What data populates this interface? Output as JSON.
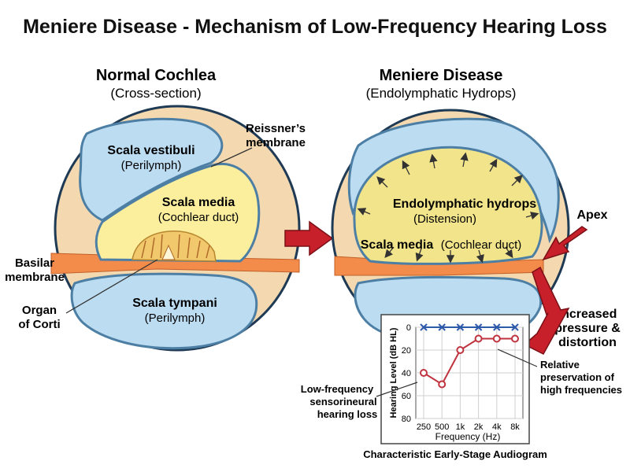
{
  "title": "Meniere Disease - Mechanism of Low-Frequency Hearing Loss",
  "left_panel": {
    "heading": "Normal Cochlea",
    "subheading": "(Cross-section)",
    "scala_vestibuli": "Scala vestibuli",
    "scala_vestibuli_sub": "(Perilymph)",
    "scala_media": "Scala media",
    "scala_media_sub": "(Cochlear duct)",
    "scala_tympani": "Scala tympani",
    "scala_tympani_sub": "(Perilymph)",
    "reissner_1": "Reissner’s",
    "reissner_2": "membrane",
    "basilar_1": "Basilar",
    "basilar_2": "membrane",
    "organ_1": "Organ",
    "organ_2": "of Corti"
  },
  "right_panel": {
    "heading": "Meniere Disease",
    "subheading": "(Endolymphatic Hydrops)",
    "hydrops": "Endolymphatic hydrops",
    "hydrops_sub": "(Distension)",
    "scala_media_bold": "Scala media",
    "scala_media_sub": "(Cochlear duct)",
    "apex": "Apex",
    "pressure_1": "Increased",
    "pressure_2": "pressure &",
    "pressure_3": "distortion"
  },
  "audiogram": {
    "caption": "Characteristic Early-Stage Audiogram",
    "ylabel": "Hearing Level (dB HL)",
    "xlabel": "Frequency (Hz)",
    "low_note_1": "Low-frequency",
    "low_note_2": "sensorineural",
    "low_note_3": "hearing loss",
    "high_note_1": "Relative",
    "high_note_2": "preservation of",
    "high_note_3": "high frequencies"
  },
  "colors": {
    "perilymph": "#bcdcf2",
    "endolymph": "#fbef9e",
    "bone": "#f4d9b0",
    "basilar": "#f38b4a",
    "arrow": "#c8202b",
    "duct_wall": "#4d7fa5",
    "normal_line": "#2d5aa8",
    "loss_line": "#c0343f"
  },
  "chart_data": {
    "type": "line",
    "title": "Characteristic Early-Stage Audiogram",
    "xlabel": "Frequency (Hz)",
    "ylabel": "Hearing Level (dB HL)",
    "categories": [
      "250",
      "500",
      "1k",
      "2k",
      "4k",
      "8k"
    ],
    "series": [
      {
        "values": [
          0,
          0,
          0,
          0,
          0,
          0
        ],
        "marker": "x",
        "color": "#2d5aa8"
      },
      {
        "values": [
          40,
          50,
          20,
          10,
          10,
          10
        ],
        "marker": "o",
        "color": "#c0343f"
      }
    ],
    "ylim": [
      0,
      80
    ],
    "yticks": [
      0,
      20,
      40,
      60,
      80
    ],
    "y_inverted": true,
    "grid": true
  }
}
